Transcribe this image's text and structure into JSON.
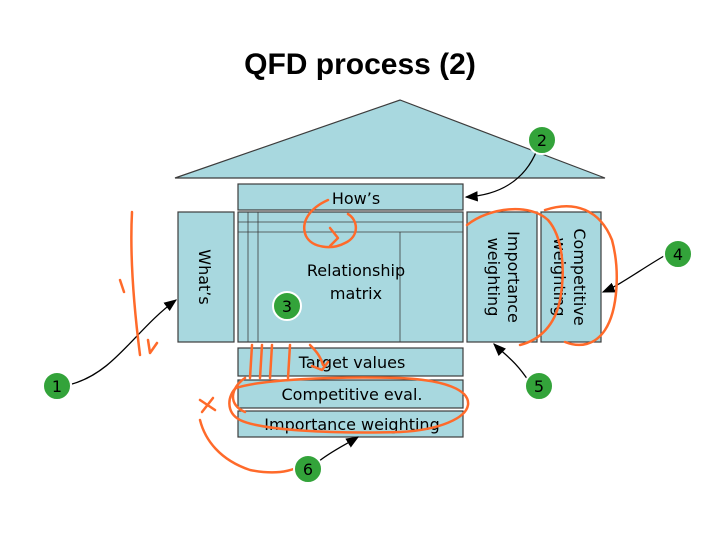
{
  "title": "QFD process (2)",
  "labels": {
    "hows": "How’s",
    "whats": "What’s",
    "relationship_line1": "Relationship",
    "relationship_line2": "matrix",
    "importance_line1": "Importance",
    "importance_line2": "weighting",
    "competitive_line1": "Competitive",
    "competitive_line2": "weighting",
    "target_values": "Target values",
    "competitive_eval": "Competitive eval.",
    "importance_weighting": "Importance weighting"
  },
  "markers": {
    "m1": "1",
    "m2": "2",
    "m3": "3",
    "m4": "4",
    "m5": "5",
    "m6": "6"
  },
  "colors": {
    "box_fill": "#a8d8df",
    "marker_fill": "#33a33a",
    "annotation_ink": "#ff6a2a"
  }
}
